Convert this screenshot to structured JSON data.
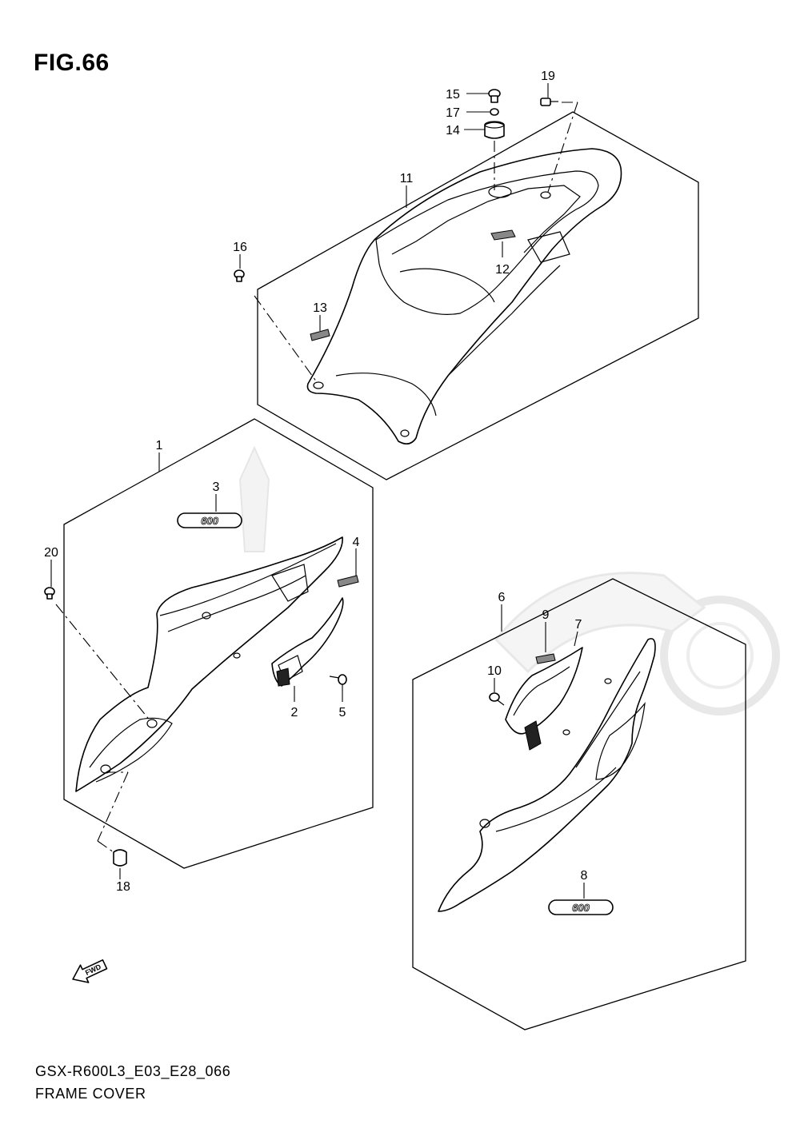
{
  "figure": {
    "title": "FIG.66",
    "model_code": "GSX-R600L3_E03_E28_066",
    "name": "FRAME COVER"
  },
  "callouts": [
    {
      "id": "c1",
      "label": "1"
    },
    {
      "id": "c2",
      "label": "2"
    },
    {
      "id": "c3",
      "label": "3"
    },
    {
      "id": "c4",
      "label": "4"
    },
    {
      "id": "c5",
      "label": "5"
    },
    {
      "id": "c6",
      "label": "6"
    },
    {
      "id": "c7",
      "label": "7"
    },
    {
      "id": "c8",
      "label": "8"
    },
    {
      "id": "c9",
      "label": "9"
    },
    {
      "id": "c10",
      "label": "10"
    },
    {
      "id": "c11",
      "label": "11"
    },
    {
      "id": "c12",
      "label": "12"
    },
    {
      "id": "c13",
      "label": "13"
    },
    {
      "id": "c14",
      "label": "14"
    },
    {
      "id": "c15",
      "label": "15"
    },
    {
      "id": "c16",
      "label": "16"
    },
    {
      "id": "c17",
      "label": "17"
    },
    {
      "id": "c18",
      "label": "18"
    },
    {
      "id": "c19",
      "label": "19"
    },
    {
      "id": "c20",
      "label": "20"
    }
  ],
  "emblem_text": "600",
  "direction_marker": "FWD"
}
